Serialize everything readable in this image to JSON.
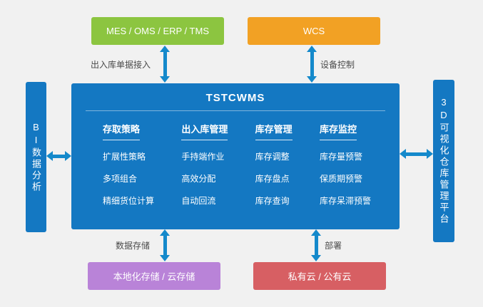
{
  "top": {
    "mes_box": {
      "label": "MES / OMS / ERP / TMS"
    },
    "wcs_box": {
      "label": "WCS"
    }
  },
  "arrows": {
    "top_left_label": "出入库单据接入",
    "top_right_label": "设备控制",
    "bottom_left_label": "数据存储",
    "bottom_right_label": "部署"
  },
  "main": {
    "title": "TSTCWMS",
    "columns": [
      {
        "header": "存取策略",
        "items": [
          "扩展性策略",
          "多项组合",
          "精细货位计算"
        ]
      },
      {
        "header": "出入库管理",
        "items": [
          "手持端作业",
          "高效分配",
          "自动回流"
        ]
      },
      {
        "header": "库存管理",
        "items": [
          "库存调整",
          "库存盘点",
          "库存查询"
        ]
      },
      {
        "header": "库存监控",
        "items": [
          "库存量预警",
          "保质期预警",
          "库存呆滞预警"
        ]
      }
    ]
  },
  "left_box": {
    "label": "BI数据分析"
  },
  "right_box": {
    "label": "3D可视化仓库管理平台"
  },
  "bottom": {
    "storage_box": {
      "label": "本地化存储 / 云存储"
    },
    "cloud_box": {
      "label": "私有云 / 公有云"
    }
  },
  "colors": {
    "background": "#f1f1f1",
    "green_box": "#8cc540",
    "orange_box": "#f2a124",
    "main_blue": "#1478c2",
    "arrow_blue": "#1489cb",
    "purple_box": "#b983d8",
    "red_box": "#d75f63",
    "label_text": "#4a4a4a",
    "text_on_boxes": "#ffffff"
  }
}
